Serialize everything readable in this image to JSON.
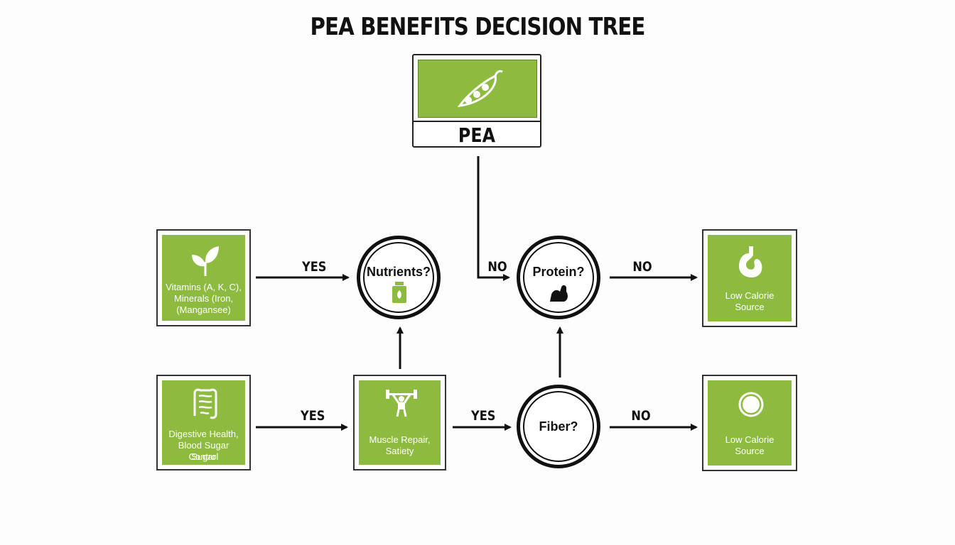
{
  "title": "PEA BENEFITS DECISION TREE",
  "root": {
    "label": "PEA",
    "icon": "pea-pod-icon"
  },
  "decisions": {
    "nutrients": {
      "label": "Nutrients?",
      "icon": "supplement-jar-icon"
    },
    "protein": {
      "label": "Protein?",
      "icon": "flexed-arm-icon"
    },
    "fiber": {
      "label": "Fiber?"
    }
  },
  "outcomes": {
    "vitamins": {
      "lines": [
        "Vitamins (A, K, C),",
        "Minerals (Iron,",
        "(Mangansee)"
      ],
      "icon": "leaf-sprout-icon"
    },
    "digestive": {
      "lines": [
        "Digestive Health,",
        "Blood Sugar Sugar",
        "Control"
      ],
      "icon": "intestine-icon"
    },
    "muscle": {
      "lines": [
        "Muscle Repair,",
        "Satiety"
      ],
      "icon": "weightlifter-icon"
    },
    "low_calorie_top": {
      "lines": [
        "Low Calorie",
        "Source"
      ],
      "icon": "stomach-icon"
    },
    "low_calorie_bottom": {
      "lines": [
        "Low Calorie",
        "Source"
      ],
      "icon": "circle-ring-icon"
    }
  },
  "edges": {
    "vitamins_to_nutrients": "YES",
    "root_to_protein": "NO",
    "protein_to_low_calorie": "NO",
    "digestive_to_muscle": "YES",
    "muscle_to_fiber": "YES",
    "fiber_to_low_calorie": "NO"
  },
  "colors": {
    "green": "#8dbb3f",
    "line": "#111111",
    "background": "#fdfdfd"
  }
}
